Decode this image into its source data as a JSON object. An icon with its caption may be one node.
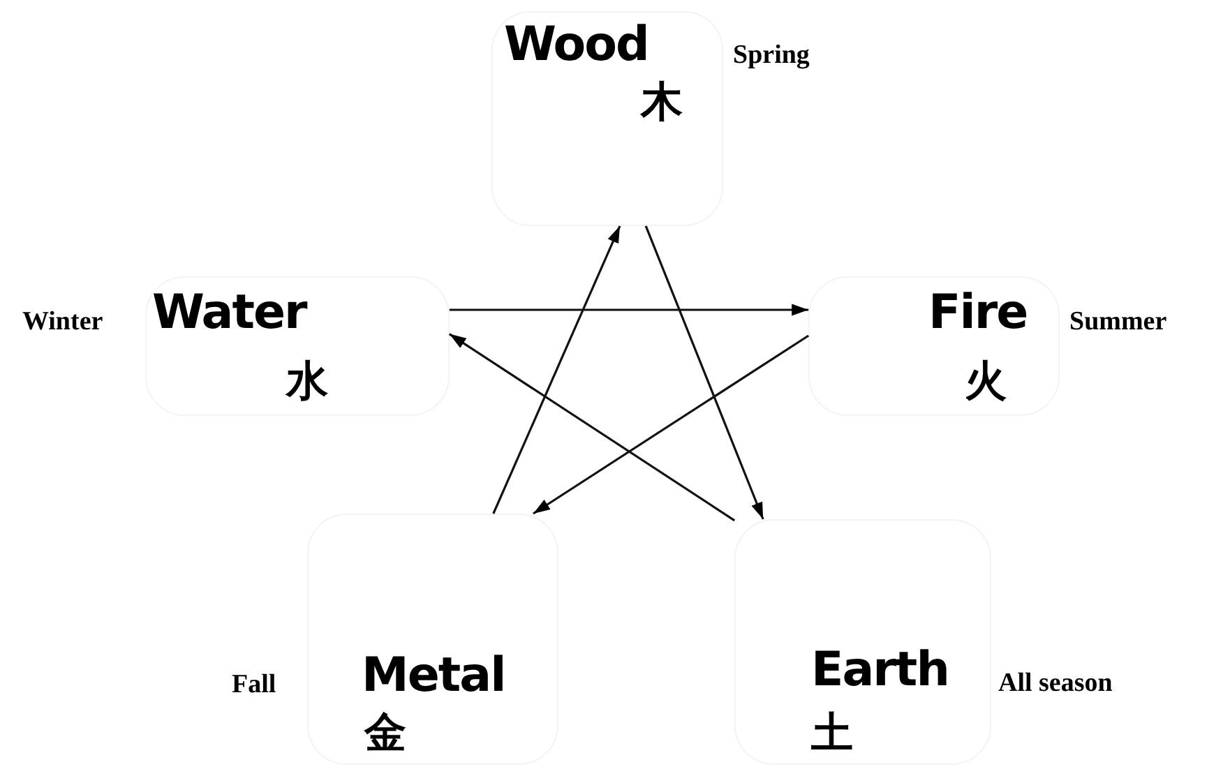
{
  "diagram": {
    "nodes": [
      {
        "text": [
          "Wood",
          "木"
        ],
        "beside": [
          "Spring"
        ]
      },
      {
        "text": [
          "Fire",
          "火"
        ],
        "beside": [
          "Summer"
        ]
      },
      {
        "text": [
          "Earth",
          "土"
        ],
        "beside": [
          "All season"
        ]
      },
      {
        "text": [
          "Metal",
          "金"
        ],
        "beside": [
          "Fall"
        ]
      },
      {
        "text": [
          "Water",
          "水"
        ],
        "beside": [
          "Winter"
        ]
      }
    ],
    "edges": [
      {
        "from": 4,
        "to": 1,
        "arrow": "to"
      },
      {
        "from": 1,
        "to": 3,
        "arrow": "to"
      },
      {
        "from": 3,
        "to": 0,
        "arrow": "to"
      },
      {
        "from": 0,
        "to": 2,
        "arrow": "to"
      },
      {
        "from": 2,
        "to": 4,
        "arrow": "to"
      }
    ]
  }
}
